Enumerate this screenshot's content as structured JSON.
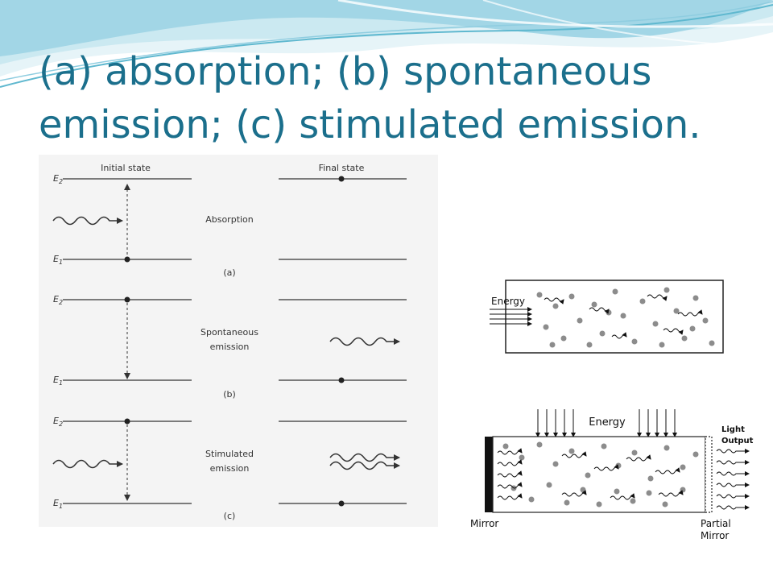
{
  "slide": {
    "title": "(a) absorption; (b) spontaneous emission; (c) stimulated emission."
  },
  "energy_diagram": {
    "header_initial": "Initial state",
    "header_final": "Final state",
    "level_upper": "E",
    "level_upper_sub": "2",
    "level_lower": "E",
    "level_lower_sub": "1",
    "processes": [
      {
        "name_line1": "Absorption",
        "name_line2": "",
        "tag": "(a)"
      },
      {
        "name_line1": "Spontaneous",
        "name_line2": "emission",
        "tag": "(b)"
      },
      {
        "name_line1": "Stimulated",
        "name_line2": "emission",
        "tag": "(c)"
      }
    ]
  },
  "cavity_diagram": {
    "energy_label": "Energy"
  },
  "laser_diagram": {
    "energy_label": "Energy",
    "output_label_line1": "Light",
    "output_label_line2": "Output",
    "mirror_label": "Mirror",
    "partial_mirror_line1": "Partial",
    "partial_mirror_line2": "Mirror"
  },
  "colors": {
    "title": "#1b6f8c",
    "wave_light": "#cbe9f1",
    "wave_mid": "#a2d6e6",
    "wave_dark": "#5fb8cf",
    "diagram_ink": "#333333",
    "atom_gray": "#8c8c8c"
  }
}
